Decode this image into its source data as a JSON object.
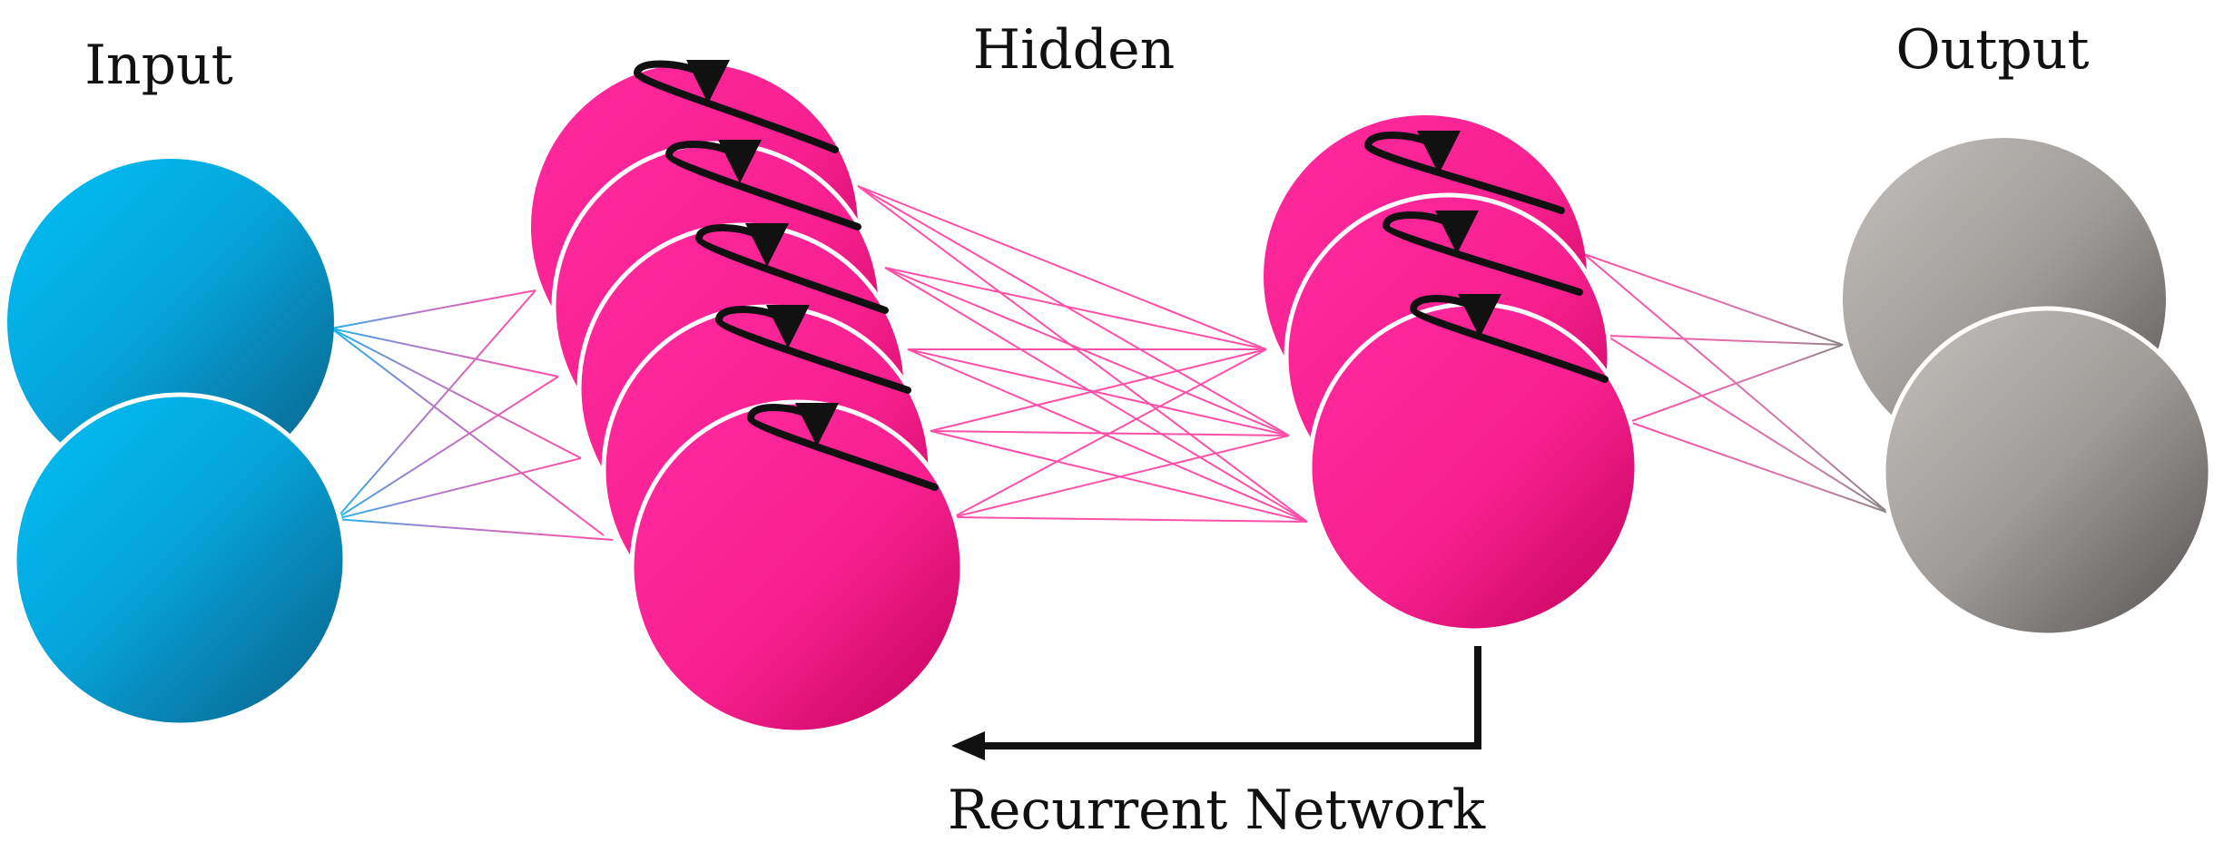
{
  "labels": {
    "input": "Input",
    "hidden": "Hidden",
    "output": "Output",
    "recurrent": "Recurrent Network"
  },
  "layers": [
    {
      "id": "input",
      "nodes": 2,
      "self_loops": false
    },
    {
      "id": "hidden-1",
      "nodes": 5,
      "self_loops": true
    },
    {
      "id": "hidden-2",
      "nodes": 3,
      "self_loops": true
    },
    {
      "id": "output",
      "nodes": 2,
      "self_loops": false
    }
  ],
  "colors": {
    "input": "#00aee8",
    "input_dark": "#0a6d95",
    "hidden": "#ff2a99",
    "hidden_dark": "#c8005e",
    "output": "#b7b3b0",
    "output_dark": "#5a5756",
    "connection": "#ff4fa8",
    "arrow": "#111111"
  }
}
